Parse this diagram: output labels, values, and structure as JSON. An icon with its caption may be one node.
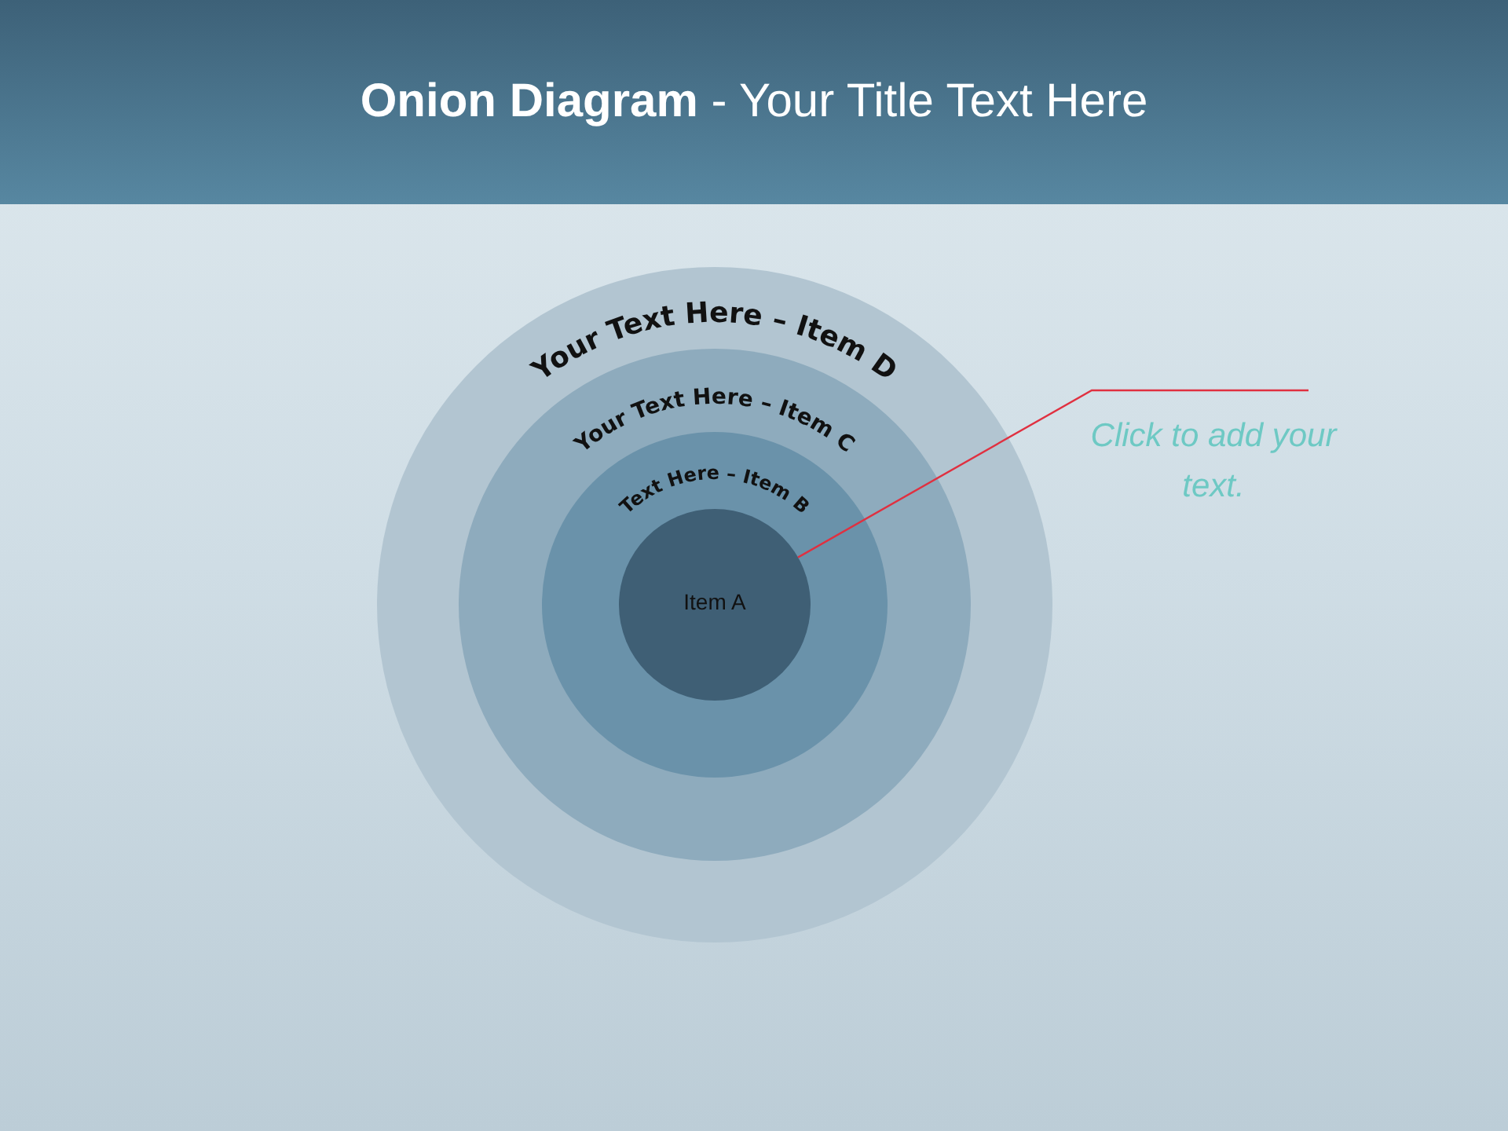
{
  "diagram": {
    "title": "**Onion Diagram** - Your Title Text Here",
    "nodes": [
      {
        "text": [
          "Your Text Here – Item D"
        ]
      },
      {
        "text": [
          "Your Text Here – Item C"
        ],
        "in": 0
      },
      {
        "text": [
          "Text Here – Item B"
        ],
        "in": 1
      },
      {
        "text": [
          "Item A"
        ],
        "in": 2
      },
      {
        "text": [
          "Click to add your text."
        ]
      }
    ],
    "edges": [
      {
        "from": 4,
        "to": 3,
        "arrow": "none",
        "color": "#e03040"
      }
    ]
  }
}
